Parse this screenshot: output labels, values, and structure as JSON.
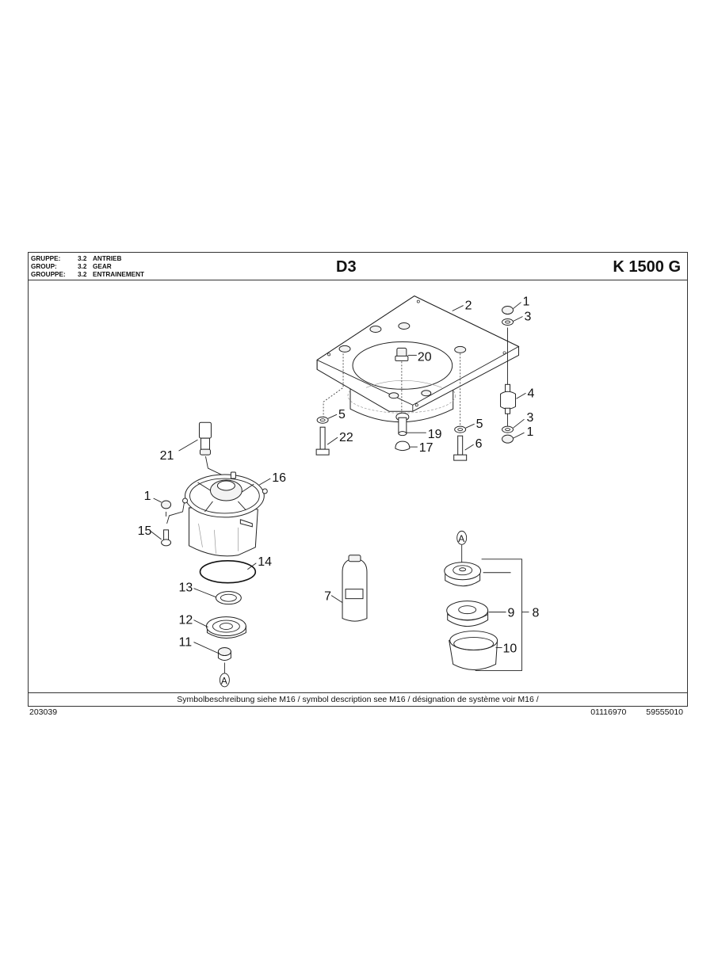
{
  "header": {
    "groups": [
      {
        "key": "GRUPPE:",
        "num": "3.2",
        "name": "ANTRIEB"
      },
      {
        "key": "GROUP:",
        "num": "3.2",
        "name": "GEAR"
      },
      {
        "key": "GROUPPE:",
        "num": "3.2",
        "name": "ENTRAINEMENT"
      }
    ],
    "code": "D3",
    "model": "K 1500 G"
  },
  "footer": {
    "note": "Symbolbeschreibung siehe M16 / symbol description see M16 / désignation de système voir M16 /",
    "doc_id": "203039",
    "ref_1": "01116970",
    "ref_2": "59555010"
  },
  "callouts": {
    "c1a": "1",
    "c3a": "3",
    "c2": "2",
    "c20": "20",
    "c4": "4",
    "c3b": "3",
    "c1b": "1",
    "c5a": "5",
    "c22": "22",
    "c19": "19",
    "c17": "17",
    "c5b": "5",
    "c6": "6",
    "c21": "21",
    "c16": "16",
    "c1c": "1",
    "c15": "15",
    "c14": "14",
    "c13": "13",
    "c12": "12",
    "c11": "11",
    "c7": "7",
    "c9": "9",
    "c8": "8",
    "c10": "10",
    "refA1": "A",
    "refA2": "A"
  }
}
